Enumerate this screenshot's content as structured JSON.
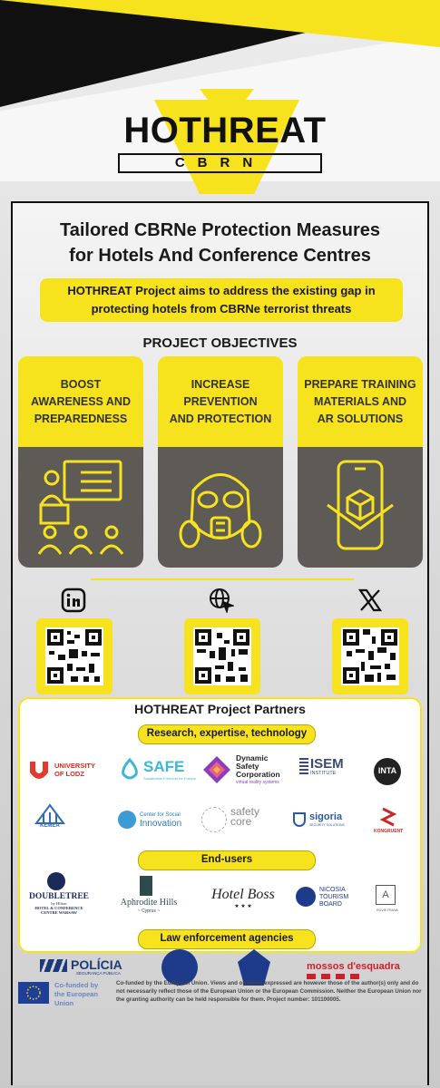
{
  "logo": {
    "title": "HOTHREAT",
    "subtitle": "CBRN"
  },
  "main_title": {
    "line1": "Tailored CBRNe Protection Measures",
    "line2": "for Hotels And Conference Centres"
  },
  "aim": {
    "line1": "HOTHREAT Project aims to address the existing gap in",
    "line2": "protecting hotels from CBRNe terrorist threats"
  },
  "objectives": {
    "title": "PROJECT OBJECTIVES",
    "cards": [
      {
        "lines": [
          "BOOST",
          "AWARENESS AND",
          "PREPAREDNESS"
        ],
        "icon": "presentation-icon"
      },
      {
        "lines": [
          "INCREASE",
          "PREVENTION",
          "AND PROTECTION"
        ],
        "icon": "gas-mask-icon"
      },
      {
        "lines": [
          "PREPARE TRAINING",
          "MATERIALS AND",
          "AR SOLUTIONS"
        ],
        "icon": "ar-phone-icon"
      }
    ]
  },
  "social": [
    {
      "icon": "linkedin-icon"
    },
    {
      "icon": "globe-cursor-icon"
    },
    {
      "icon": "x-icon"
    }
  ],
  "partners": {
    "title": "HOTHREAT  Project Partners",
    "categories": {
      "research": "Research, expertise, technology",
      "end_users": "End-users",
      "law": "Law enforcement agencies"
    },
    "research_logos": {
      "lodz_1": "UNIVERSITY",
      "lodz_2": "OF LODZ",
      "safe": "SAFE",
      "safe_sub": "Sustainable Freedom for Europe",
      "dsc_1": "Dynamic",
      "dsc_2": "Safety",
      "dsc_3": "Corporation",
      "dsc_sub": "virtual reality systems",
      "isem_1": "ISEM",
      "isem_2": "INSTITUTE",
      "inta": "INTA",
      "kemea": "KEMEA",
      "csi_1": "Center for Social",
      "csi_2": "Innovation",
      "safetycore_1": "safety",
      "safetycore_2": "core",
      "sigoria": "sigoria",
      "sigoria_sub": "SECURITY SOLUTIONS",
      "kongruent": "KONGRUENT"
    },
    "end_user_logos": {
      "dt_1": "DOUBLETREE",
      "dt_2": "by Hilton",
      "dt_3": "HOTEL & CONFERENCE",
      "dt_4": "CENTRE WARSAW",
      "aphrodite": "Aphrodite Hills",
      "aphrodite_sub": "~ Cyprus ~",
      "hotel_boss": "Hotel Boss",
      "hotel_boss_stars": "★ ★ ★",
      "nicosia_1": "NICOSIA",
      "nicosia_2": "TOURISM",
      "nicosia_3": "BOARD",
      "a_logo": "A",
      "a_logo_sub": "ROVIS FRANA"
    },
    "law_logos": {
      "policia_1": "POLÍCIA",
      "policia_2": "SEGURANÇA PÚBLICA",
      "mossos": "mossos d'esquadra"
    }
  },
  "footer": {
    "eu_label_1": "Co-funded by",
    "eu_label_2": "the European Union",
    "disclaimer": "Co-funded by the European Union. Views and opinions expressed are however those of the author(s) only and do not necessarily reflect those of the European Union or the European Commission. Neither the European Union nor the granting authority can be held responsible for them. Project number: 101100005."
  },
  "colors": {
    "accent": "#f7e21e",
    "dark_card": "#5e5a56",
    "text": "#1a1a1a"
  }
}
